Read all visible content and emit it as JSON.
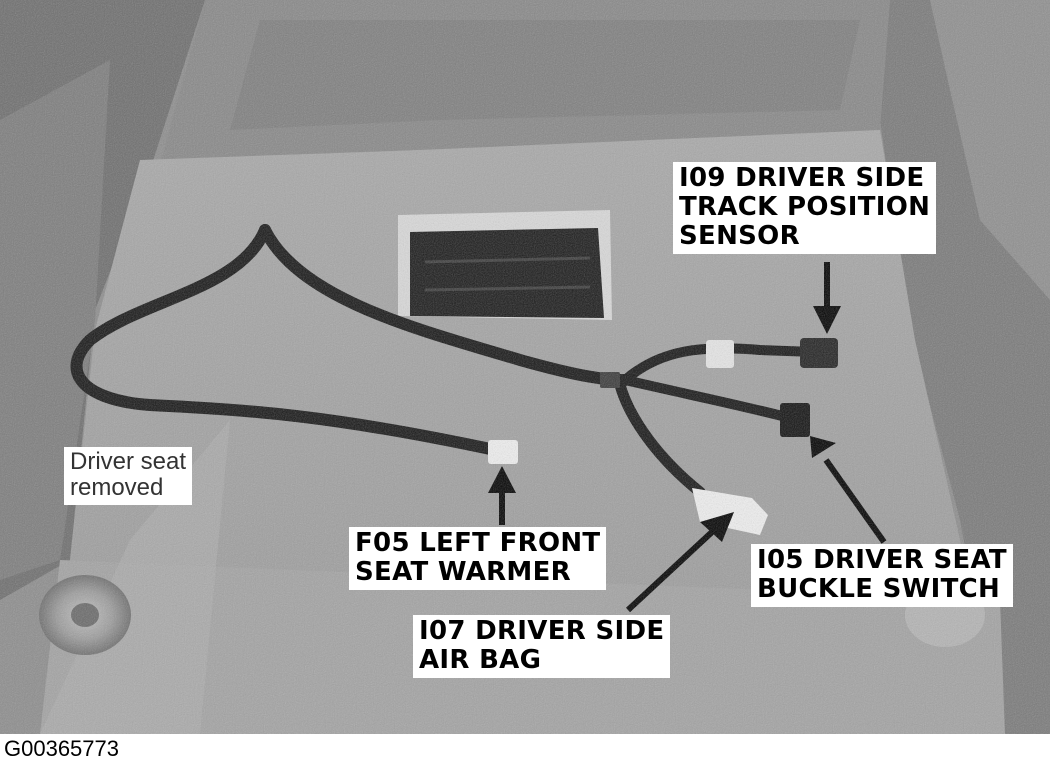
{
  "callouts": {
    "i09": {
      "line1": "I09 DRIVER SIDE",
      "line2": "TRACK POSITION",
      "line3": "SENSOR"
    },
    "f05": {
      "line1": "F05 LEFT FRONT",
      "line2": "SEAT WARMER"
    },
    "i05": {
      "line1": "I05 DRIVER SEAT",
      "line2": "BUCKLE SWITCH"
    },
    "i07": {
      "line1": "I07 DRIVER SIDE",
      "line2": "AIR BAG"
    }
  },
  "note": {
    "line1": "Driver seat",
    "line2": "removed"
  },
  "figure_id": "G00365773",
  "colors": {
    "photo_bg": "#8a8a8a",
    "floor": "#9e9e9e",
    "harness": "#151515",
    "label_bg": "#ffffff"
  }
}
